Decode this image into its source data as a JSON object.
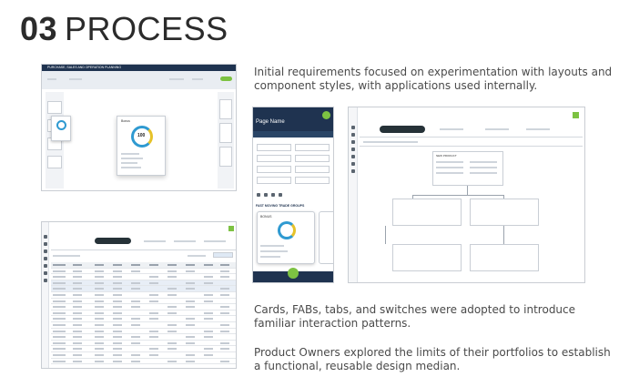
{
  "heading": {
    "number": "03",
    "word": "PROCESS"
  },
  "paragraphs": {
    "p1": "Initial requirements focused on experimentation with layouts and component styles, with applications used internally.",
    "p2": "Cards, FABs, tabs, and switches were adopted to introduce familiar interaction patterns.",
    "p3": "Product Owners explored the limits of their portfolios to establish a functional, reusable design median."
  },
  "screenshot1": {
    "header_title": "PURCHASE, SALES AND OPERATION PLANNING",
    "card_label": "Bonus",
    "ring_value": "100"
  },
  "screenshot3": {
    "page_title": "Page Name",
    "section_label": "FAST MOVING TRADE GROUPS",
    "card_label": "BONUS"
  },
  "screenshot4": {
    "node_label": "NEW PRODUCT"
  },
  "colors": {
    "navy": "#1f3350",
    "accent_green": "#7dc242",
    "ring_teal": "#2f9ad1",
    "ring_yellow": "#e6c229"
  }
}
